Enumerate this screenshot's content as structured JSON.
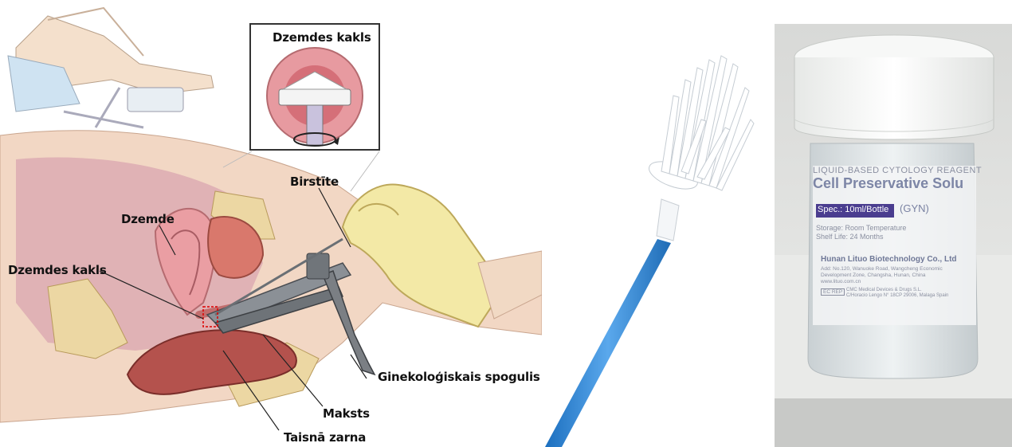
{
  "diagram": {
    "labels": {
      "inset_title": "Dzemdes kakls",
      "brush": "Birstīte",
      "uterus": "Dzemde",
      "cervix": "Dzemdes kakls",
      "speculum": "Ginekoloģiskais spogulis",
      "vagina": "Maksts",
      "rectum": "Taisnā zarna"
    }
  },
  "jar": {
    "line1": "LIQUID-BASED CYTOLOGY REAGENT",
    "line2": "Cell Preservative Solu",
    "line3_badge": "Spec.: 10ml/Bottle",
    "line3_suffix": "(GYN)",
    "line4": "Storage: Room Temperature",
    "line5": "Shelf Life: 24 Months",
    "maker": "Hunan Lituo Biotechnology Co., Ltd",
    "addr1": "Add: No.120, Wanuoke Road, Wangcheng Economic",
    "addr2": "Development Zone, Changsha, Hunan, China",
    "web": "www.lituo.com.cn",
    "rep": "EC REP",
    "rep_text1": "CMC Medical Devices & Drugs S.L.",
    "rep_text2": "C/Horacio Lengo N° 18CP 29006, Malaga Spain"
  },
  "colors": {
    "skin": "#f2dcc8",
    "tissue": "#c98a8a",
    "uterus": "#e9a9a6",
    "bone": "#e9d4a0",
    "glove": "#f3e9a6",
    "speculum": "#7b7f84",
    "brush_handle": "#2f86d8",
    "jar_label_accent": "#4a3d8f"
  }
}
